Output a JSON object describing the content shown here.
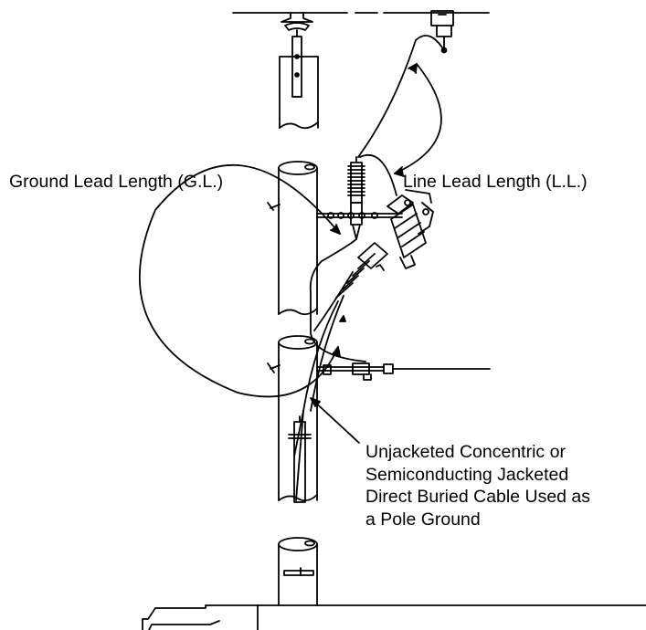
{
  "labels": {
    "ground_lead": "Ground Lead Length (G.L.)",
    "line_lead": "Line Lead Length (L.L.)",
    "cable": [
      "Unjacketed Concentric or",
      "Semiconducting Jacketed",
      "Direct Buried Cable Used as",
      "a Pole Ground"
    ]
  },
  "colors": {
    "ink": "#000000",
    "background": "#ffffff"
  }
}
